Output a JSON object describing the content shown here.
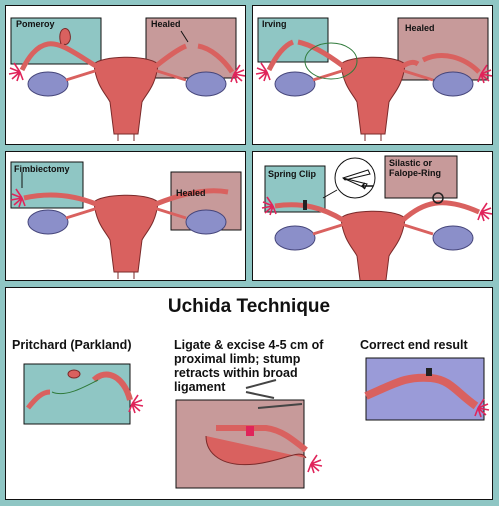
{
  "panels": {
    "pomeroy": {
      "left_label": "Pomeroy",
      "right_label": "Healed"
    },
    "irving": {
      "left_label": "Irving",
      "right_label": "Healed"
    },
    "fimbriectomy": {
      "left_label": "Fimbiectomy",
      "right_label": "Healed"
    },
    "clips": {
      "left_label": "Spring Clip",
      "right_label": "Silastic or Falope-Ring"
    }
  },
  "uchida": {
    "title": "Uchida Technique",
    "pritchard_caption": "Pritchard (Parkland)",
    "ligate_caption": "Ligate & excise 4-5 cm of proximal limb; stump retracts within broad ligament",
    "result_caption": "Correct end result"
  },
  "colors": {
    "background": "#8fc6c4",
    "uterus": "#d9615f",
    "ovary": "#8b8fc9",
    "teal_box": "#8fc6c4",
    "pink_box": "#c79a9a",
    "lavender_box": "#9a9bd8",
    "fimbria": "#e0245a"
  }
}
